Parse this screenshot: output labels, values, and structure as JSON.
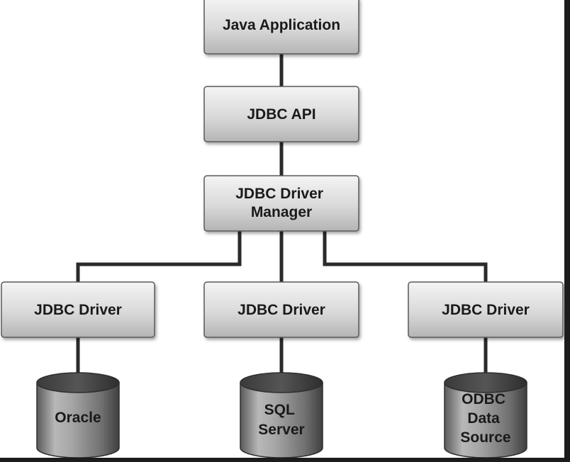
{
  "diagram": {
    "boxes": {
      "java_app": "Java Application",
      "jdbc_api": "JDBC API",
      "driver_manager": [
        "JDBC Driver",
        "Manager"
      ],
      "driver_left": "JDBC Driver",
      "driver_mid": "JDBC Driver",
      "driver_right": "JDBC Driver"
    },
    "databases": {
      "oracle": [
        "Oracle"
      ],
      "sql_server": [
        "SQL",
        "Server"
      ],
      "odbc": [
        "ODBC",
        "Data",
        "Source"
      ]
    }
  }
}
